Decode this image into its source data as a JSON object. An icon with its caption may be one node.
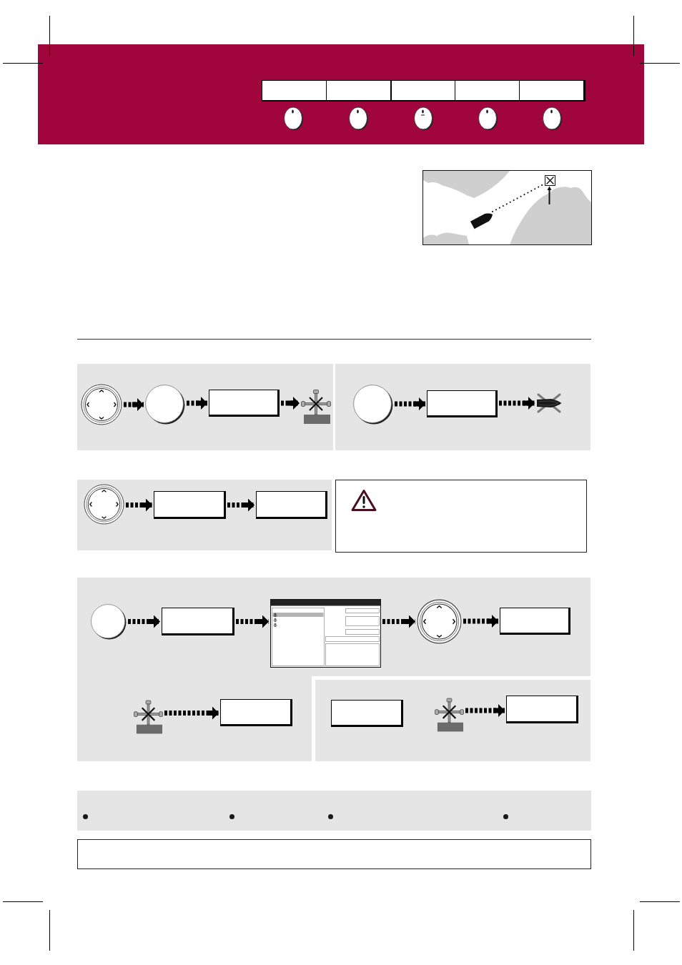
{
  "diagram": {
    "nodes": [
      {
        "text": [],
        "shape": "picture"
      },
      {
        "text": [],
        "shape": "circle"
      },
      {
        "text": [],
        "shape": "box"
      },
      {
        "text": [],
        "shape": "picture"
      },
      {
        "text": [],
        "shape": "circle"
      },
      {
        "text": [],
        "shape": "box"
      },
      {
        "text": [],
        "shape": "picture"
      },
      {
        "text": [],
        "shape": "picture"
      },
      {
        "text": [],
        "shape": "box"
      },
      {
        "text": [],
        "shape": "box"
      },
      {
        "text": [],
        "shape": "box"
      },
      {
        "text": [],
        "shape": "circle"
      },
      {
        "text": [],
        "shape": "box"
      },
      {
        "text": [],
        "shape": "picture"
      },
      {
        "text": [],
        "shape": "picture"
      },
      {
        "text": [],
        "shape": "box"
      },
      {
        "text": [],
        "shape": "picture"
      },
      {
        "text": [],
        "shape": "box"
      },
      {
        "text": [],
        "shape": "box"
      },
      {
        "text": [],
        "shape": "picture"
      },
      {
        "text": [],
        "shape": "box"
      },
      {
        "text": [],
        "shape": "box"
      }
    ],
    "edges": [
      {
        "from": 0,
        "to": 1,
        "arrow": "to"
      },
      {
        "from": 1,
        "to": 2,
        "arrow": "to"
      },
      {
        "from": 2,
        "to": 3,
        "arrow": "to"
      },
      {
        "from": 4,
        "to": 5,
        "arrow": "to"
      },
      {
        "from": 5,
        "to": 6,
        "arrow": "to"
      },
      {
        "from": 7,
        "to": 8,
        "arrow": "to"
      },
      {
        "from": 8,
        "to": 9,
        "arrow": "to"
      },
      {
        "from": 11,
        "to": 12,
        "arrow": "to"
      },
      {
        "from": 12,
        "to": 13,
        "arrow": "to"
      },
      {
        "from": 13,
        "to": 14,
        "arrow": "to"
      },
      {
        "from": 14,
        "to": 15,
        "arrow": "to"
      },
      {
        "from": 16,
        "to": 17,
        "arrow": "to"
      },
      {
        "from": 19,
        "to": 20,
        "arrow": "to"
      }
    ]
  }
}
